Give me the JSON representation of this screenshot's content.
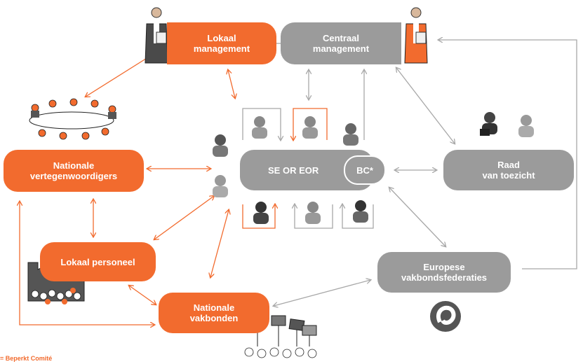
{
  "colors": {
    "orange": "#f26b2e",
    "grey": "#9b9b9b",
    "arrow_grey": "#a8a8a8"
  },
  "nodes": {
    "lokaal_management": "Lokaal\nmanagement",
    "centraal_management": "Centraal\nmanagement",
    "nationale_vertegenwoordigers": "Nationale\nvertegenwoordigers",
    "se_or_eor": "SE OR EOR",
    "bc": "BC*",
    "raad_van_toezicht": "Raad\nvan toezicht",
    "lokaal_personeel": "Lokaal personeel",
    "nationale_vakbonden": "Nationale\nvakbonden",
    "europese_vakbondsfederaties": "Europese\nvakbondsfederaties"
  },
  "footnote": "= Beperkt Comité",
  "icons": [
    "manager-figure-icon",
    "meeting-table-icon",
    "worker-avatar-icon",
    "factory-workers-icon",
    "protest-crowd-icon",
    "federation-logo-icon"
  ]
}
